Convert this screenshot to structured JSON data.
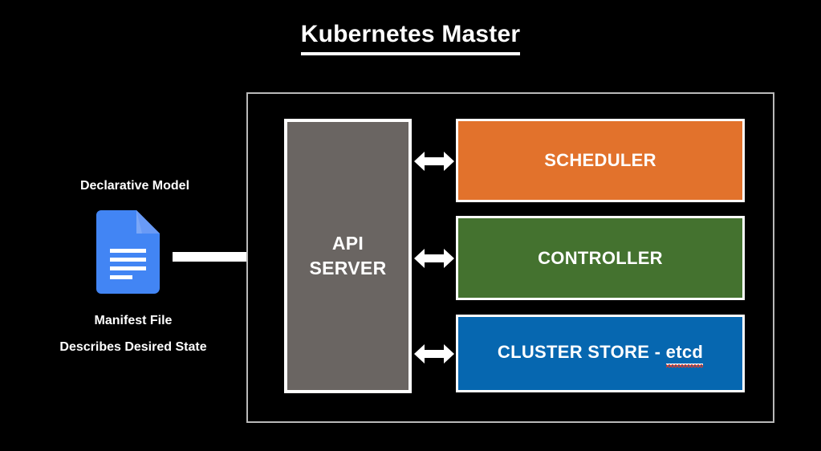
{
  "title": {
    "text": "Kubernetes Master"
  },
  "left_panel": {
    "heading": "Declarative Model",
    "icon_name": "document-icon",
    "caption_line_1": "Manifest File",
    "caption_line_2": "Describes Desired State"
  },
  "diagram": {
    "api_server": {
      "label_line_1": "API",
      "label_line_2": "SERVER",
      "color": "#6a6562"
    },
    "components": [
      {
        "label": "SCHEDULER",
        "color": "#E2722C"
      },
      {
        "label": "CONTROLLER",
        "color": "#44722F"
      },
      {
        "label": "CLUSTER STORE - ",
        "suffix": "etcd",
        "color": "#0667B0"
      }
    ],
    "container_border_color": "#b9b9b9"
  },
  "arrows": {
    "input_arrow_name": "input-arrow",
    "connector_name": "bidirectional-arrow",
    "color": "#ffffff"
  },
  "colors": {
    "background": "#000000",
    "text": "#ffffff",
    "scheduler": "#E2722C",
    "controller": "#44722F",
    "cluster_store": "#0667B0",
    "api_server": "#6a6562",
    "doc_icon_blue": "#4285F4",
    "doc_icon_fold": "#7BA7F7",
    "spellcheck_red": "#e03a28"
  }
}
